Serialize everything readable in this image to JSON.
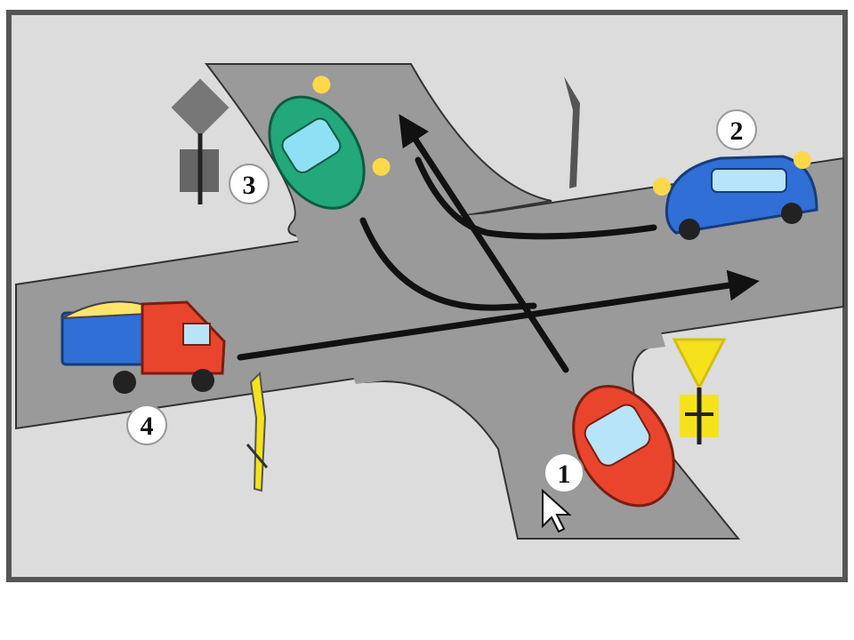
{
  "colors": {
    "frame": "#555555",
    "background": "#dcdcdc",
    "road": "#9a9a9a",
    "arrow": "#111111",
    "car1": "#e8452c",
    "car2": "#2f6fd6",
    "car3": "#22a87a",
    "truck_cab": "#e8452c",
    "truck_bed": "#2f6fd6",
    "cargo": "#ffe46a",
    "sign_yellow": "#f6e21c",
    "sign_dark": "#777777",
    "blinker": "#ffd84a",
    "cursor": "#ffffff"
  },
  "labels": {
    "car1": "1",
    "car2": "2",
    "car3": "3",
    "truck": "4"
  },
  "icons": {
    "priority_sign": "priority-road-sign-icon",
    "yield_sign": "yield-sign-icon",
    "cursor": "mouse-cursor-icon"
  }
}
